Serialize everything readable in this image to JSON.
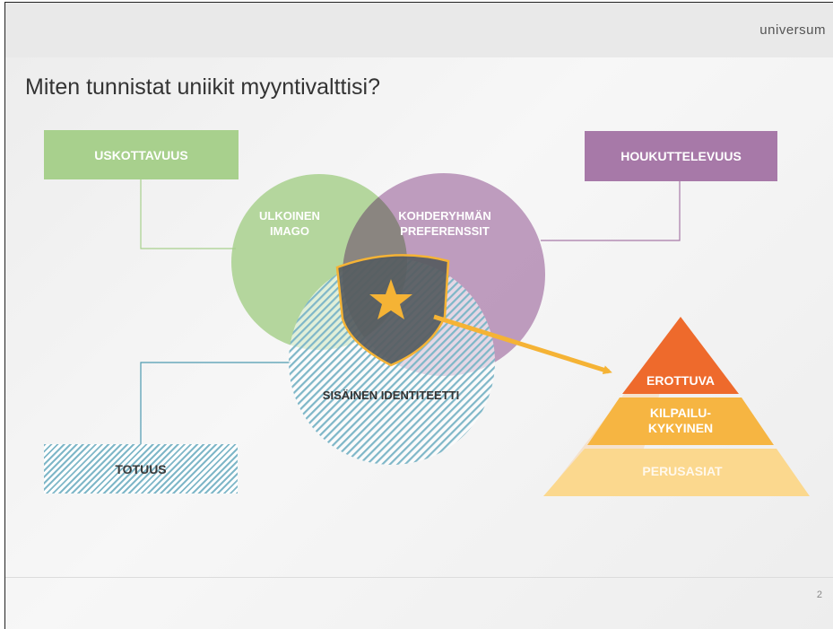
{
  "brand": "universum",
  "title": "Miten tunnistat uniikit myyntivalttisi?",
  "boxes": {
    "credibility": "USKOTTAVUUS",
    "attractiveness": "HOUKUTTELEVUUS",
    "truth": "TOTUUS"
  },
  "circles": {
    "external_image_line1": "ULKOINEN",
    "external_image_line2": "IMAGO",
    "target_pref_line1": "KOHDERYHMÄN",
    "target_pref_line2": "PREFERENSSIT",
    "internal_identity": "SISÄINEN IDENTITEETTI"
  },
  "pyramid": {
    "top": "EROTTUVA",
    "middle_line1": "KILPAILU-",
    "middle_line2": "KYKYINEN",
    "bottom": "PERUSASIAT"
  },
  "page_number": "2",
  "colors": {
    "green": "#a8d08d",
    "purple": "#a779a8",
    "teal_hatch": "#7fb7c8",
    "shield_dark": "#5a5f63",
    "accent_orange": "#f5b335",
    "pyramid_top": "#ee6a2c",
    "pyramid_middle": "#f6b542",
    "pyramid_bottom": "#fbd88e"
  }
}
